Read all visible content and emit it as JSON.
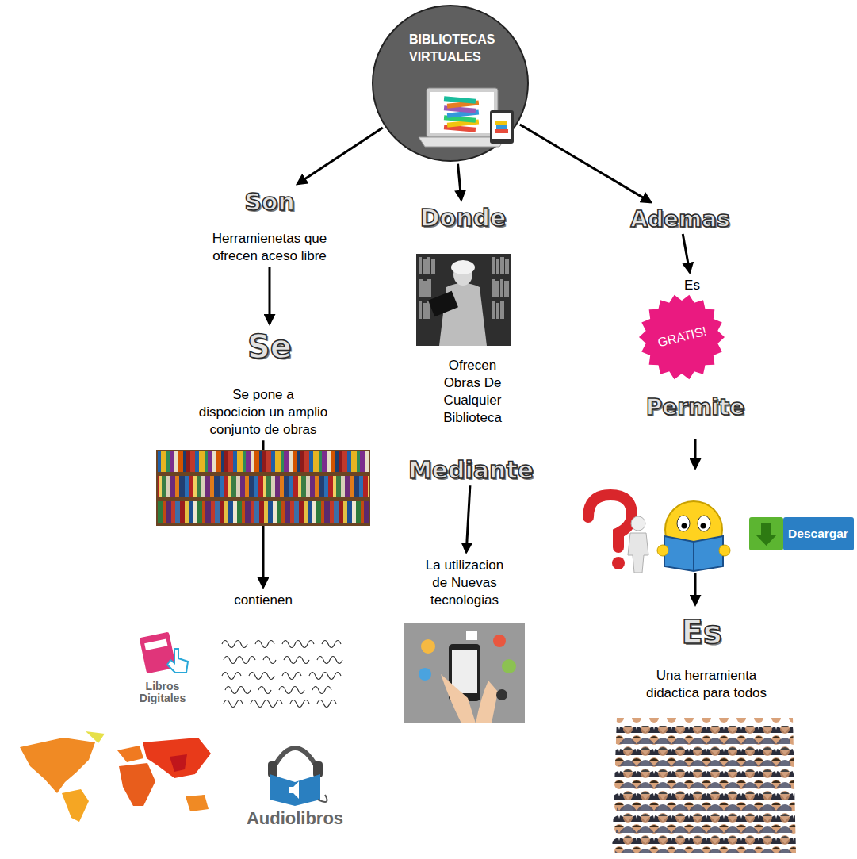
{
  "diagram": {
    "nodes": [
      {
        "text": [
          "BIBLIOTECAS VIRTUALES"
        ]
      },
      {
        "text": [
          "Son"
        ]
      },
      {
        "text": [
          "Herramienetas que ofrecen aceso libre"
        ]
      },
      {
        "text": [
          "Se"
        ]
      },
      {
        "text": [
          "Se pone a dispocicion un amplio conjunto de obras"
        ]
      },
      {
        "text": [
          "contienen"
        ]
      },
      {
        "text": [
          "Donde"
        ]
      },
      {
        "text": [
          "Ofrecen Obras De Cualquier Biblioteca"
        ]
      },
      {
        "text": [
          "Mediante"
        ]
      },
      {
        "text": [
          "La utilizacion de Nuevas tecnologias"
        ]
      },
      {
        "text": [
          "Ademas"
        ]
      },
      {
        "text": [
          "Es"
        ]
      },
      {
        "text": [
          "GRATIS!"
        ]
      },
      {
        "text": [
          "Permite"
        ]
      },
      {
        "text": [
          "Es"
        ]
      },
      {
        "text": [
          "Una herramienta didactica para todos"
        ]
      }
    ],
    "edges": [
      {
        "from": 0,
        "to": 1,
        "arrow": "to"
      },
      {
        "from": 0,
        "to": 6,
        "arrow": "to"
      },
      {
        "from": 0,
        "to": 10,
        "arrow": "to"
      },
      {
        "from": 2,
        "to": 3,
        "arrow": "to"
      },
      {
        "from": 4,
        "to": 5,
        "arrow": "to"
      },
      {
        "from": 8,
        "to": 9,
        "arrow": "to"
      },
      {
        "from": 10,
        "to": 11,
        "arrow": "to"
      }
    ],
    "labels": [
      "Libros Digitales",
      "Audiolibros",
      "Descargar"
    ]
  }
}
